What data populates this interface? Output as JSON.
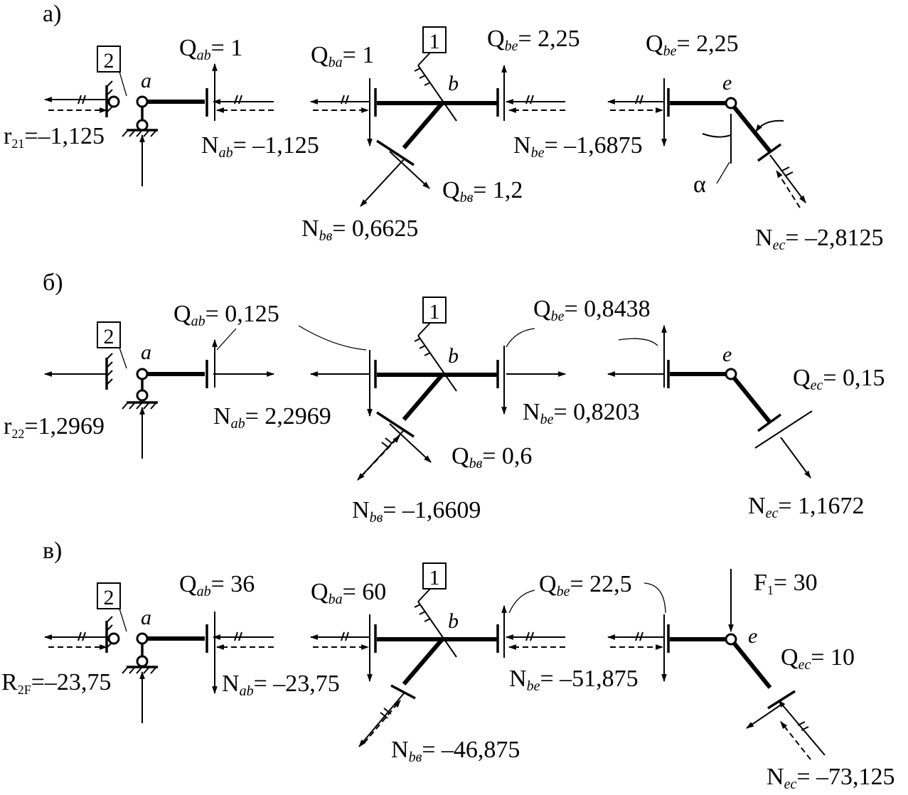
{
  "sections": [
    {
      "id": "a",
      "marker": "а)",
      "node_labels": {
        "a": "a",
        "b": "b",
        "e": "e"
      },
      "boxes": {
        "left": "2",
        "middle": "1"
      },
      "labels": {
        "r": {
          "main": "r",
          "sub": "21",
          "value": "=–1,125"
        },
        "q_ab": {
          "main": "Q",
          "sub": "ab",
          "value": "= 1"
        },
        "n_ab": {
          "main": "N",
          "sub": "ab",
          "value": "= –1,125"
        },
        "q_ba": {
          "main": "Q",
          "sub": "ba",
          "value": "= 1"
        },
        "q_be_mid": {
          "main": "Q",
          "sub": "be",
          "value": "= 2,25"
        },
        "n_be": {
          "main": "N",
          "sub": "be",
          "value": "= –1,6875"
        },
        "q_bv": {
          "main": "Q",
          "sub": "bв",
          "value": "= 1,2"
        },
        "n_bv": {
          "main": "N",
          "sub": "bв",
          "value": "= 0,6625"
        },
        "q_be_right": {
          "main": "Q",
          "sub": "be",
          "value": "= 2,25"
        },
        "alpha": "α",
        "n_ec": {
          "main": "N",
          "sub": "ec",
          "value": "= –2,8125"
        }
      }
    },
    {
      "id": "b",
      "marker": "б)",
      "node_labels": {
        "a": "a",
        "b": "b",
        "e": "e"
      },
      "boxes": {
        "left": "2",
        "middle": "1"
      },
      "labels": {
        "r": {
          "main": "r",
          "sub": "22",
          "value": "=1,2969"
        },
        "q_ab": {
          "main": "Q",
          "sub": "ab",
          "value": "= 0,125"
        },
        "n_ab": {
          "main": "N",
          "sub": "ab",
          "value": "= 2,2969"
        },
        "q_be": {
          "main": "Q",
          "sub": "be",
          "value": "= 0,8438"
        },
        "n_be": {
          "main": "N",
          "sub": "be",
          "value": "= 0,8203"
        },
        "q_bv": {
          "main": "Q",
          "sub": "bв",
          "value": "= 0,6"
        },
        "n_bv": {
          "main": "N",
          "sub": "bв",
          "value": "= –1,6609"
        },
        "q_ec": {
          "main": "Q",
          "sub": "ec",
          "value": "= 0,15"
        },
        "n_ec": {
          "main": "N",
          "sub": "ec",
          "value": "= 1,1672"
        }
      }
    },
    {
      "id": "c",
      "marker": "в)",
      "node_labels": {
        "a": "a",
        "b": "b",
        "e": "e"
      },
      "boxes": {
        "left": "2",
        "middle": "1"
      },
      "labels": {
        "r": {
          "main": "R",
          "sub": "2F",
          "value": "=–23,75"
        },
        "q_ab": {
          "main": "Q",
          "sub": "ab",
          "value": "= 36"
        },
        "n_ab": {
          "main": "N",
          "sub": "ab",
          "value": "= –23,75"
        },
        "q_ba": {
          "main": "Q",
          "sub": "ba",
          "value": "= 60"
        },
        "q_be": {
          "main": "Q",
          "sub": "be",
          "value": "= 22,5"
        },
        "n_be": {
          "main": "N",
          "sub": "be",
          "value": "= –51,875"
        },
        "n_bv": {
          "main": "N",
          "sub": "bв",
          "value": "= –46,875"
        },
        "f1": {
          "main": "F",
          "sub": "1",
          "value": "= 30"
        },
        "q_ec": {
          "main": "Q",
          "sub": "ec",
          "value": "= 10"
        },
        "n_ec": {
          "main": "N",
          "sub": "ec",
          "value": "= –73,125"
        }
      }
    }
  ]
}
